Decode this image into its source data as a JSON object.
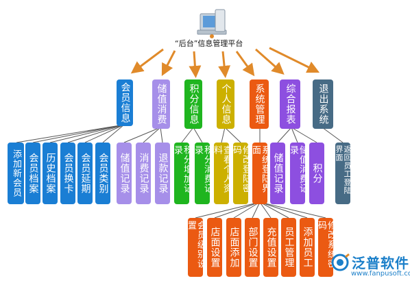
{
  "root": {
    "title": "“后台”信息管理平台",
    "icon": "computer-icon"
  },
  "colors": {
    "arrow": "#e08a2a",
    "line": "#555555"
  },
  "modules": [
    {
      "label": "会员信息",
      "color": "blue",
      "children": [
        "添加新会员",
        "会员档案",
        "历史档案",
        "会员换卡",
        "会员延期",
        "会员类别"
      ]
    },
    {
      "label": "储值消费",
      "color": "lav",
      "children": [
        "储值记录",
        "消费记录",
        "退款记录"
      ]
    },
    {
      "label": "积分信息",
      "color": "green",
      "children": [
        "积分增加记录",
        "积分消费记录"
      ]
    },
    {
      "label": "个人信息",
      "color": "gold",
      "children": [
        "查看个人资料",
        "修改登陆密码"
      ]
    },
    {
      "label": "系统管理",
      "color": "orange",
      "children": [
        "系统登陆界面"
      ]
    },
    {
      "label": "综合报表",
      "color": "purple",
      "children": [
        "储值记录",
        "储值消费记录",
        "积分"
      ]
    },
    {
      "label": "退出系统",
      "color": "slate",
      "children": [
        "返回员工登陆界面"
      ]
    }
  ],
  "system_sub": [
    "会员级别设置",
    "店面设置",
    "店面添加",
    "部门设置",
    "充值设置",
    "员工管理",
    "添加员工",
    "修改系统密码"
  ],
  "logo": {
    "name": "泛普软件",
    "url": "www.fanpusoft.com",
    "icon": "fanpu-logo-icon"
  }
}
